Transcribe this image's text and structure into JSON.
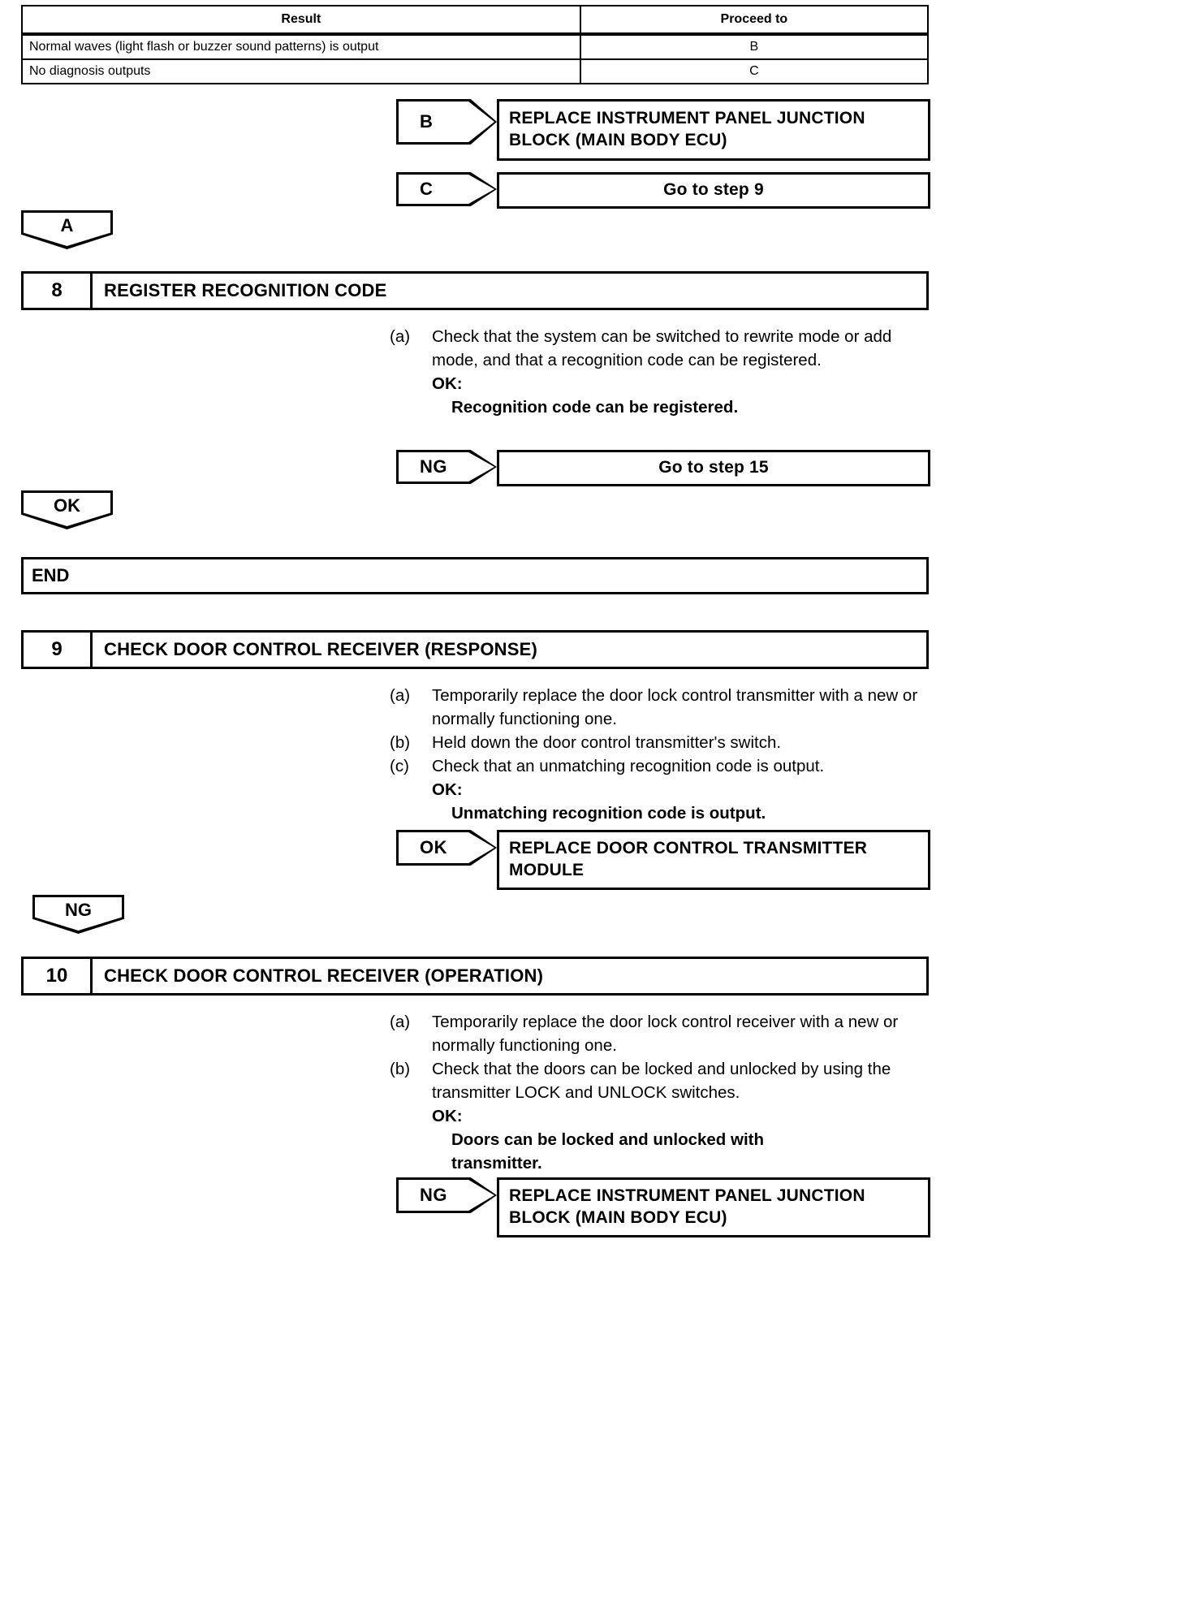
{
  "result_table": {
    "headers": [
      "Result",
      "Proceed to"
    ],
    "rows": [
      {
        "result": "Normal waves (light flash or buzzer sound patterns) is output",
        "proceed": "B"
      },
      {
        "result": "No diagnosis outputs",
        "proceed": "C"
      }
    ]
  },
  "branch_b": {
    "tag": "B",
    "action": "REPLACE INSTRUMENT PANEL JUNCTION BLOCK (MAIN BODY ECU)"
  },
  "branch_c": {
    "tag": "C",
    "action": "Go to step 9"
  },
  "connector_a": {
    "label": "A"
  },
  "step8": {
    "number": "8",
    "title": "REGISTER RECOGNITION CODE",
    "items": [
      {
        "label": "(a)",
        "text": "Check that the system can be switched to rewrite mode or add mode, and that a recognition code can be registered."
      }
    ],
    "ok_label": "OK:",
    "ok_value": "Recognition code can be registered.",
    "ng_tag": "NG",
    "ng_action": "Go to step 15"
  },
  "connector_ok_1": {
    "label": "OK"
  },
  "end_box": {
    "label": "END"
  },
  "step9": {
    "number": "9",
    "title": "CHECK DOOR CONTROL RECEIVER (RESPONSE)",
    "items": [
      {
        "label": "(a)",
        "text": "Temporarily replace the door lock control transmitter with a new or normally functioning one."
      },
      {
        "label": "(b)",
        "text": "Held down the door control transmitter's switch."
      },
      {
        "label": "(c)",
        "text": "Check that an unmatching recognition code is output."
      }
    ],
    "ok_label": "OK:",
    "ok_value": "Unmatching recognition code is output.",
    "ok_tag": "OK",
    "ok_action": "REPLACE DOOR CONTROL TRANSMITTER MODULE"
  },
  "connector_ng_1": {
    "label": "NG"
  },
  "step10": {
    "number": "10",
    "title": "CHECK DOOR CONTROL RECEIVER (OPERATION)",
    "items": [
      {
        "label": "(a)",
        "text": "Temporarily replace the door lock control receiver with a new or normally functioning one."
      },
      {
        "label": "(b)",
        "text": "Check that the doors can be locked and unlocked by using the transmitter LOCK and UNLOCK switches."
      }
    ],
    "ok_label": "OK:",
    "ok_value": "Doors can be locked and unlocked with transmitter.",
    "ng_tag": "NG",
    "ng_action": "REPLACE INSTRUMENT PANEL JUNCTION BLOCK (MAIN BODY ECU)"
  },
  "colors": {
    "line": "#000000",
    "background": "#ffffff",
    "text": "#000000"
  }
}
